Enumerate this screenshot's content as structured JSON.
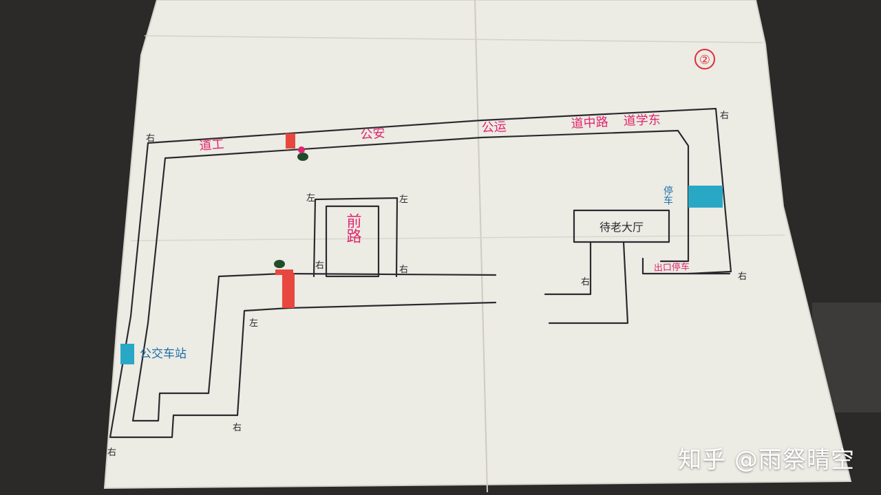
{
  "page_number": "②",
  "labels": {
    "top_road": [
      "道工",
      "公安",
      "公运",
      "道中路",
      "道学东"
    ],
    "center_building": "前路",
    "hall": "待老大厅",
    "bus_stop": "公交车站",
    "right_blue": "停车",
    "right_pink": "出口停车"
  },
  "turn_marks": {
    "right": "右",
    "left": "左"
  },
  "watermark": "知乎 @雨祭晴空",
  "colors": {
    "paper": "#ecebe4",
    "ink": "#2a2a2e",
    "pink": "#e0266e",
    "red": "#e8473f",
    "cyan": "#29a8c6",
    "blue_text": "#1e6fa8",
    "green": "#1f4d2c",
    "circle_red": "#e02a3a"
  }
}
